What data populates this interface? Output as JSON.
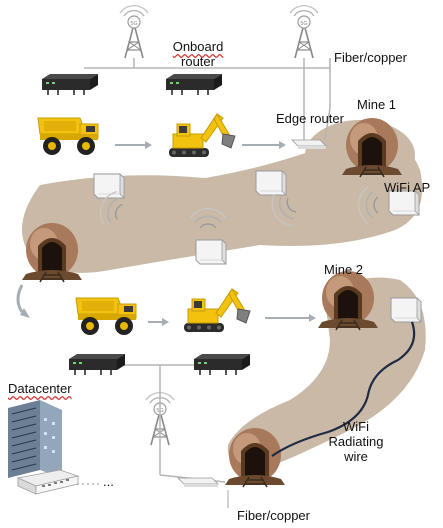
{
  "labels": {
    "onboard_router_line1": "Onboard",
    "onboard_router_line2": "router",
    "fiber_copper_top": "Fiber/copper",
    "edge_router": "Edge router",
    "mine1": "Mine 1",
    "wifi_ap": "WiFi AP",
    "mine2": "Mine 2",
    "datacenter": "Datacenter",
    "wifi_line1": "WiFi",
    "wifi_line2": "Radiating",
    "wifi_line3": "wire",
    "ellipsis": "...",
    "fiber_copper_bottom": "Fiber/copper",
    "tower_badge": "5G"
  },
  "icons": {
    "cell_tower": "cell-tower-icon",
    "router": "router-icon",
    "dump_truck": "dump-truck-icon",
    "excavator": "excavator-icon",
    "access_point": "wifi-access-point-icon",
    "mine_entrance": "mine-entrance-icon",
    "server_rack": "server-rack-icon",
    "network_switch": "network-switch-icon"
  },
  "colors": {
    "tunnel": "#c9b9a6",
    "truck_body": "#f2c20e",
    "device_dark": "#2b2b2b",
    "ap_white": "#f4f4f4",
    "rock": "#a8795a",
    "radiating_wire": "#1f2a44",
    "arrow_grey": "#a7adb5"
  }
}
